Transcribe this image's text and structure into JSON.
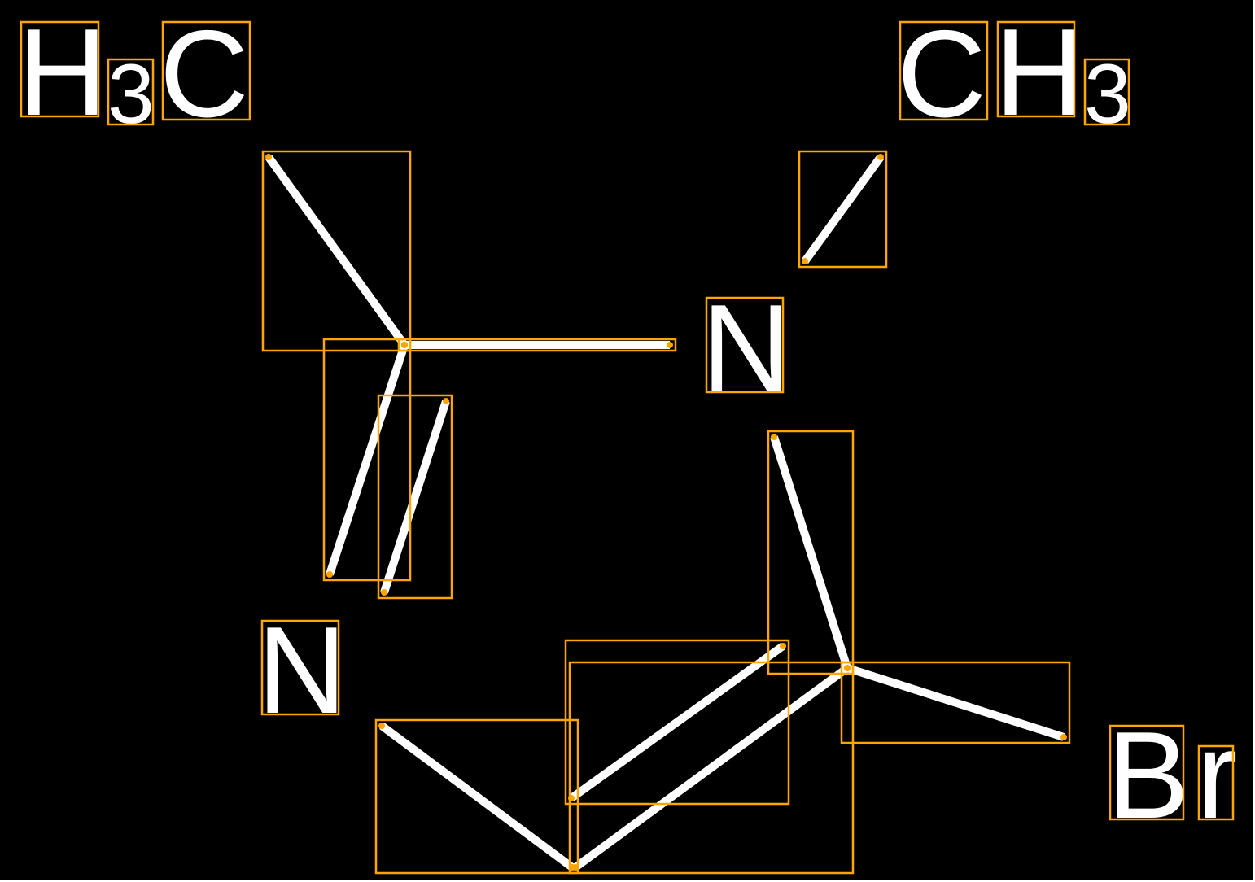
{
  "diagram": {
    "background_color": "#000000",
    "bond_color": "#FFFFFF",
    "annotation_color": "#FFA500",
    "labels": {
      "h_left": "H",
      "sub3_left": "3",
      "c_left": "C",
      "c_right": "C",
      "h_right": "H",
      "sub3_right": "3",
      "n_top": "N",
      "n_bottom": "N",
      "br_b": "B",
      "br_r": "r"
    }
  }
}
